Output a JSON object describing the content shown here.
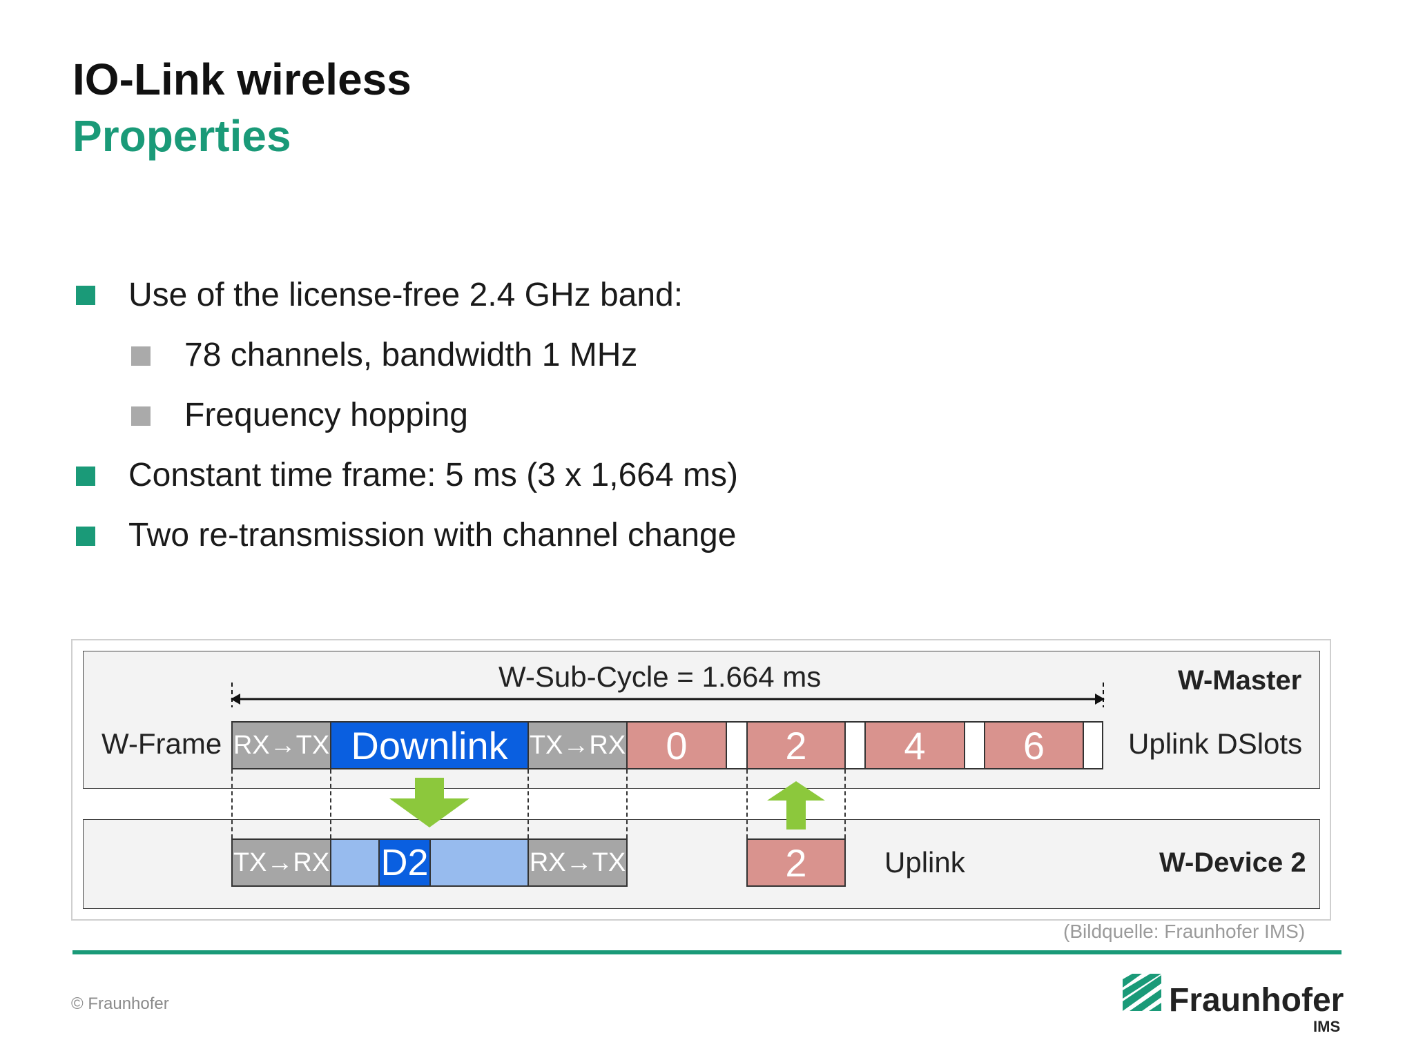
{
  "slide": {
    "title": "IO-Link wireless",
    "subtitle": "Properties"
  },
  "bullets": {
    "b1": "Use of the license-free 2.4 GHz band:",
    "b1_sub1": "78 channels, bandwidth 1 MHz",
    "b1_sub2": "Frequency hopping",
    "b2": "Constant time frame: 5 ms (3 x 1,664 ms)",
    "b3": "Two re-transmission with channel change"
  },
  "diagram": {
    "sub_cycle_label": "W-Sub-Cycle = 1.664 ms",
    "w_master": "W-Master",
    "w_frame": "W-Frame",
    "uplink_dslots": "Uplink DSlots",
    "uplink": "Uplink",
    "w_device": "W-Device 2",
    "master_segments": {
      "rx_tx": "RX→TX",
      "downlink": "Downlink",
      "tx_rx": "TX→RX",
      "slot0": "0",
      "slot2": "2",
      "slot4": "4",
      "slot6": "6"
    },
    "device_segments": {
      "tx_rx": "TX→RX",
      "d2": "D2",
      "rx_tx": "RX→TX",
      "slot2": "2"
    },
    "colors": {
      "gray": "#a6a6a6",
      "blue": "#0a5fe0",
      "light_blue": "#97bbee",
      "red": "#d9938e",
      "arrow_green": "#8cc83c"
    }
  },
  "footer": {
    "caption": "(Bildquelle: Fraunhofer IMS)",
    "copyright": "© Fraunhofer",
    "logo_name": "Fraunhofer",
    "logo_sub": "IMS"
  },
  "theme": {
    "accent": "#1a9a78"
  }
}
